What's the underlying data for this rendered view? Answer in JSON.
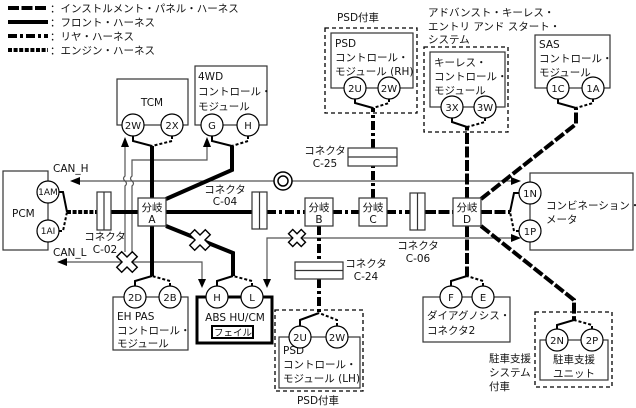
{
  "legend": [
    {
      "harness": "instrument-panel",
      "label": "：インストルメント・パネル・ハーネス"
    },
    {
      "harness": "front",
      "label": "：フロント・ハーネス"
    },
    {
      "harness": "rear",
      "label": "：リヤ・ハーネス"
    },
    {
      "harness": "engine",
      "label": "：エンジン・ハーネス"
    }
  ],
  "can_labels": {
    "high": "CAN_H",
    "low": "CAN_L"
  },
  "modules": {
    "pcm": {
      "label": "PCM",
      "pins": [
        "1AM",
        "1AI"
      ]
    },
    "tcm": {
      "label": "TCM",
      "pins": [
        "2W",
        "2X"
      ]
    },
    "awd": {
      "lines": [
        "4WD",
        "コントロール・",
        "モジュール"
      ],
      "pins": [
        "G",
        "H"
      ]
    },
    "psd_rh": {
      "option_label": "PSD付車",
      "lines": [
        "PSD",
        "コントロール・",
        "モジュール (RH)"
      ],
      "pins": [
        "2U",
        "2W"
      ]
    },
    "keyless": {
      "system_lines": [
        "アドバンスト・キーレス・",
        "エントリ アンド スタート・",
        "システム"
      ],
      "lines": [
        "キーレス・",
        "コントロール・",
        "モジュール"
      ],
      "pins": [
        "3X",
        "3W"
      ]
    },
    "sas": {
      "lines": [
        "SAS",
        "コントロール・",
        "モジュール"
      ],
      "pins": [
        "1C",
        "1A"
      ]
    },
    "meter": {
      "lines": [
        "コンビネーション・",
        "メータ"
      ],
      "pins": [
        "1N",
        "1P"
      ]
    },
    "eh_pas": {
      "lines": [
        "EH PAS",
        "コントロール・",
        "モジュール"
      ],
      "pins": [
        "2D",
        "2B"
      ]
    },
    "abs": {
      "label": "ABS HU/CM",
      "status": "フェイル",
      "pins": [
        "H",
        "L"
      ]
    },
    "psd_lh": {
      "option_label": "PSD付車",
      "lines": [
        "PSD",
        "コントロール・",
        "モジュール (LH)"
      ],
      "pins": [
        "2U",
        "2W"
      ]
    },
    "diag": {
      "lines": [
        "ダイアグノシス・",
        "コネクタ2"
      ],
      "pins": [
        "F",
        "E"
      ]
    },
    "park": {
      "option_lines": [
        "駐車支援",
        "システム",
        "付車"
      ],
      "lines": [
        "駐車支援",
        "ユニット"
      ],
      "pins": [
        "2N",
        "2P"
      ]
    }
  },
  "branches": [
    {
      "label": "分岐",
      "id": "A"
    },
    {
      "label": "分岐",
      "id": "B"
    },
    {
      "label": "分岐",
      "id": "C"
    },
    {
      "label": "分岐",
      "id": "D"
    }
  ],
  "connectors": [
    {
      "label": "コネクタ",
      "id": "C-02"
    },
    {
      "label": "コネクタ",
      "id": "C-04"
    },
    {
      "label": "コネクタ",
      "id": "C-25"
    },
    {
      "label": "コネクタ",
      "id": "C-24"
    },
    {
      "label": "コネクタ",
      "id": "C-06"
    }
  ],
  "harness_routes": [
    {
      "from": "PCM",
      "to": "C-02",
      "harness": "engine"
    },
    {
      "from": "C-02",
      "to": "分岐A",
      "harness": "front"
    },
    {
      "from": "分岐A",
      "to": "TCM",
      "harness": "front"
    },
    {
      "from": "分岐A",
      "to": "4WD",
      "harness": "front"
    },
    {
      "from": "分岐A",
      "to": "C-04",
      "harness": "front"
    },
    {
      "from": "分岐A",
      "to": "EH PAS",
      "harness": "front"
    },
    {
      "from": "分岐A",
      "to": "ABS HU/CM",
      "harness": "front"
    },
    {
      "from": "C-04",
      "to": "分岐B",
      "harness": "rear"
    },
    {
      "from": "分岐B",
      "to": "分岐C",
      "harness": "rear"
    },
    {
      "from": "分岐C",
      "to": "C-25",
      "harness": "rear"
    },
    {
      "from": "C-25",
      "to": "PSD (RH)",
      "harness": "rear"
    },
    {
      "from": "分岐B",
      "to": "C-24",
      "harness": "rear"
    },
    {
      "from": "C-24",
      "to": "PSD (LH)",
      "harness": "rear"
    },
    {
      "from": "分岐C",
      "to": "C-06",
      "harness": "rear"
    },
    {
      "from": "C-06",
      "to": "分岐D",
      "harness": "instrument-panel"
    },
    {
      "from": "分岐D",
      "to": "キーレス",
      "harness": "instrument-panel"
    },
    {
      "from": "分岐D",
      "to": "SAS",
      "harness": "instrument-panel"
    },
    {
      "from": "分岐D",
      "to": "コンビネーション・メータ",
      "harness": "instrument-panel"
    },
    {
      "from": "分岐D",
      "to": "ダイアグノシス・コネクタ2",
      "harness": "instrument-panel"
    },
    {
      "from": "分岐D",
      "to": "駐車支援ユニット",
      "harness": "instrument-panel"
    }
  ],
  "symbols": {
    "open_circuit": "x-mark-icon",
    "twisted_pair": "double-circle-icon",
    "signal_direction": "arrow-icon"
  },
  "colors": {
    "harness": "#000000",
    "can_wire": "#555555",
    "box_outline": "#333333",
    "background": "#ffffff"
  }
}
